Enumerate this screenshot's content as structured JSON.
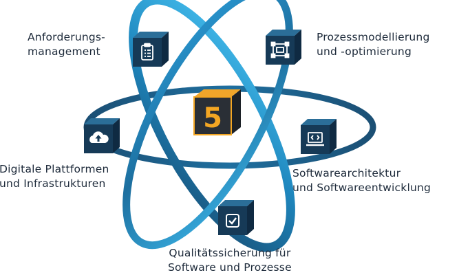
{
  "center_cube": {
    "label": "5"
  },
  "nodes": [
    {
      "id": "requirements",
      "icon": "clipboard-list-icon",
      "lines": [
        "Anforderungs-",
        "management"
      ]
    },
    {
      "id": "process",
      "icon": "process-diagram-icon",
      "lines": [
        "Prozessmodellierung",
        "und -optimierung"
      ]
    },
    {
      "id": "platforms",
      "icon": "cloud-upload-icon",
      "lines": [
        "Digitale Plattformen",
        "und Infrastrukturen"
      ]
    },
    {
      "id": "architecture",
      "icon": "laptop-code-icon",
      "lines": [
        "Softwarearchitektur",
        "und Softwareentwicklung"
      ]
    },
    {
      "id": "quality",
      "icon": "checkbox-icon",
      "lines": [
        "Qualitätssicherung für",
        "Software und Prozesse"
      ]
    }
  ],
  "colors": {
    "orbit_dark": "#1b4f74",
    "orbit_mid": "#1e80b4",
    "orbit_light": "#3bb3e6",
    "cube_front": "#163a57",
    "cube_top": "#2b6e98",
    "cube_side": "#0f2a42",
    "center_front": "#2a2f36",
    "center_top": "#f0a52a",
    "center_accent": "#f3a623",
    "icon_white": "#ffffff",
    "text": "#1d2a3a"
  }
}
